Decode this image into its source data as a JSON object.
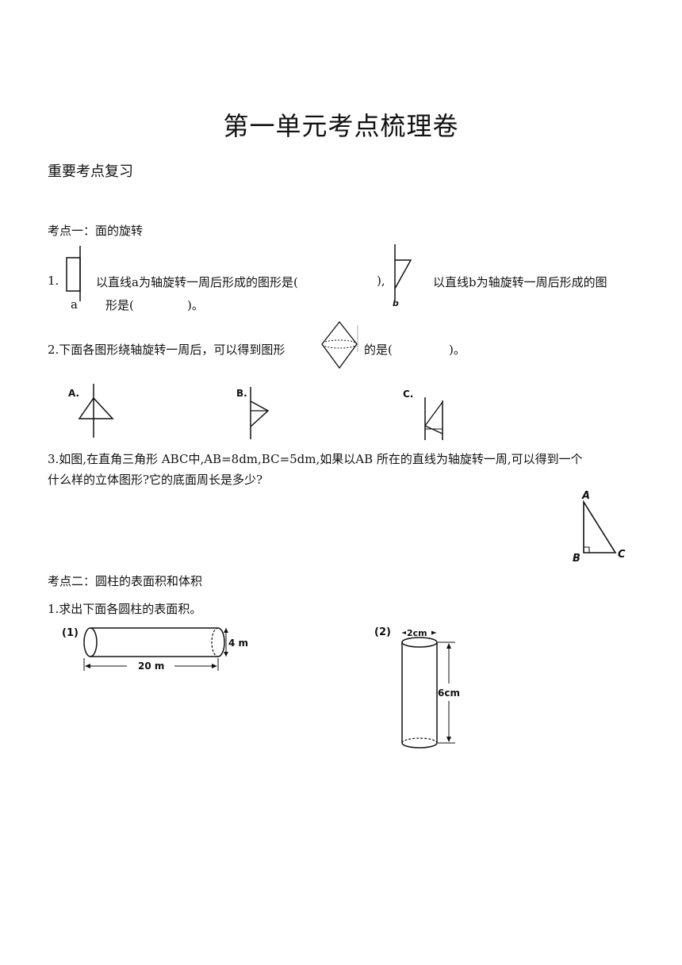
{
  "doc": {
    "title": "第一单元考点梳理卷",
    "section_heading": "重要考点复习",
    "topic1": {
      "heading": "考点一：面的旋转",
      "q1": {
        "num": "1.",
        "part1": "以直线a为轴旋转一周后形成的图形是(",
        "paren_close": "),",
        "part2": "以直线b为轴旋转一周后形成的图",
        "line2": "形是(",
        "line2_end": ")。",
        "label_a": "a",
        "label_b": "b"
      },
      "q2": {
        "text": "2.下面各图形绕轴旋转一周后，可以得到图形",
        "text_end": "的是(",
        "text_close": ")。",
        "options": [
          "A.",
          "B.",
          "C."
        ]
      },
      "q3": {
        "line1": "3.如图,在直角三角形 ABC中,AB=8dm,BC=5dm,如果以AB 所在的直线为轴旋转一周,可以得到一个",
        "line2": "什么样的立体图形?它的底面周长是多少?",
        "labels": {
          "A": "A",
          "B": "B",
          "C": "C"
        }
      }
    },
    "topic2": {
      "heading": "考点二：圆柱的表面积和体积",
      "q1": {
        "text": "1.求出下面各圆柱的表面积。",
        "fig1": {
          "label": "(1)",
          "diameter": "4 m",
          "length": "20 m"
        },
        "fig2": {
          "label": "(2)",
          "diameter": "2cm",
          "height": "6cm"
        }
      }
    }
  }
}
